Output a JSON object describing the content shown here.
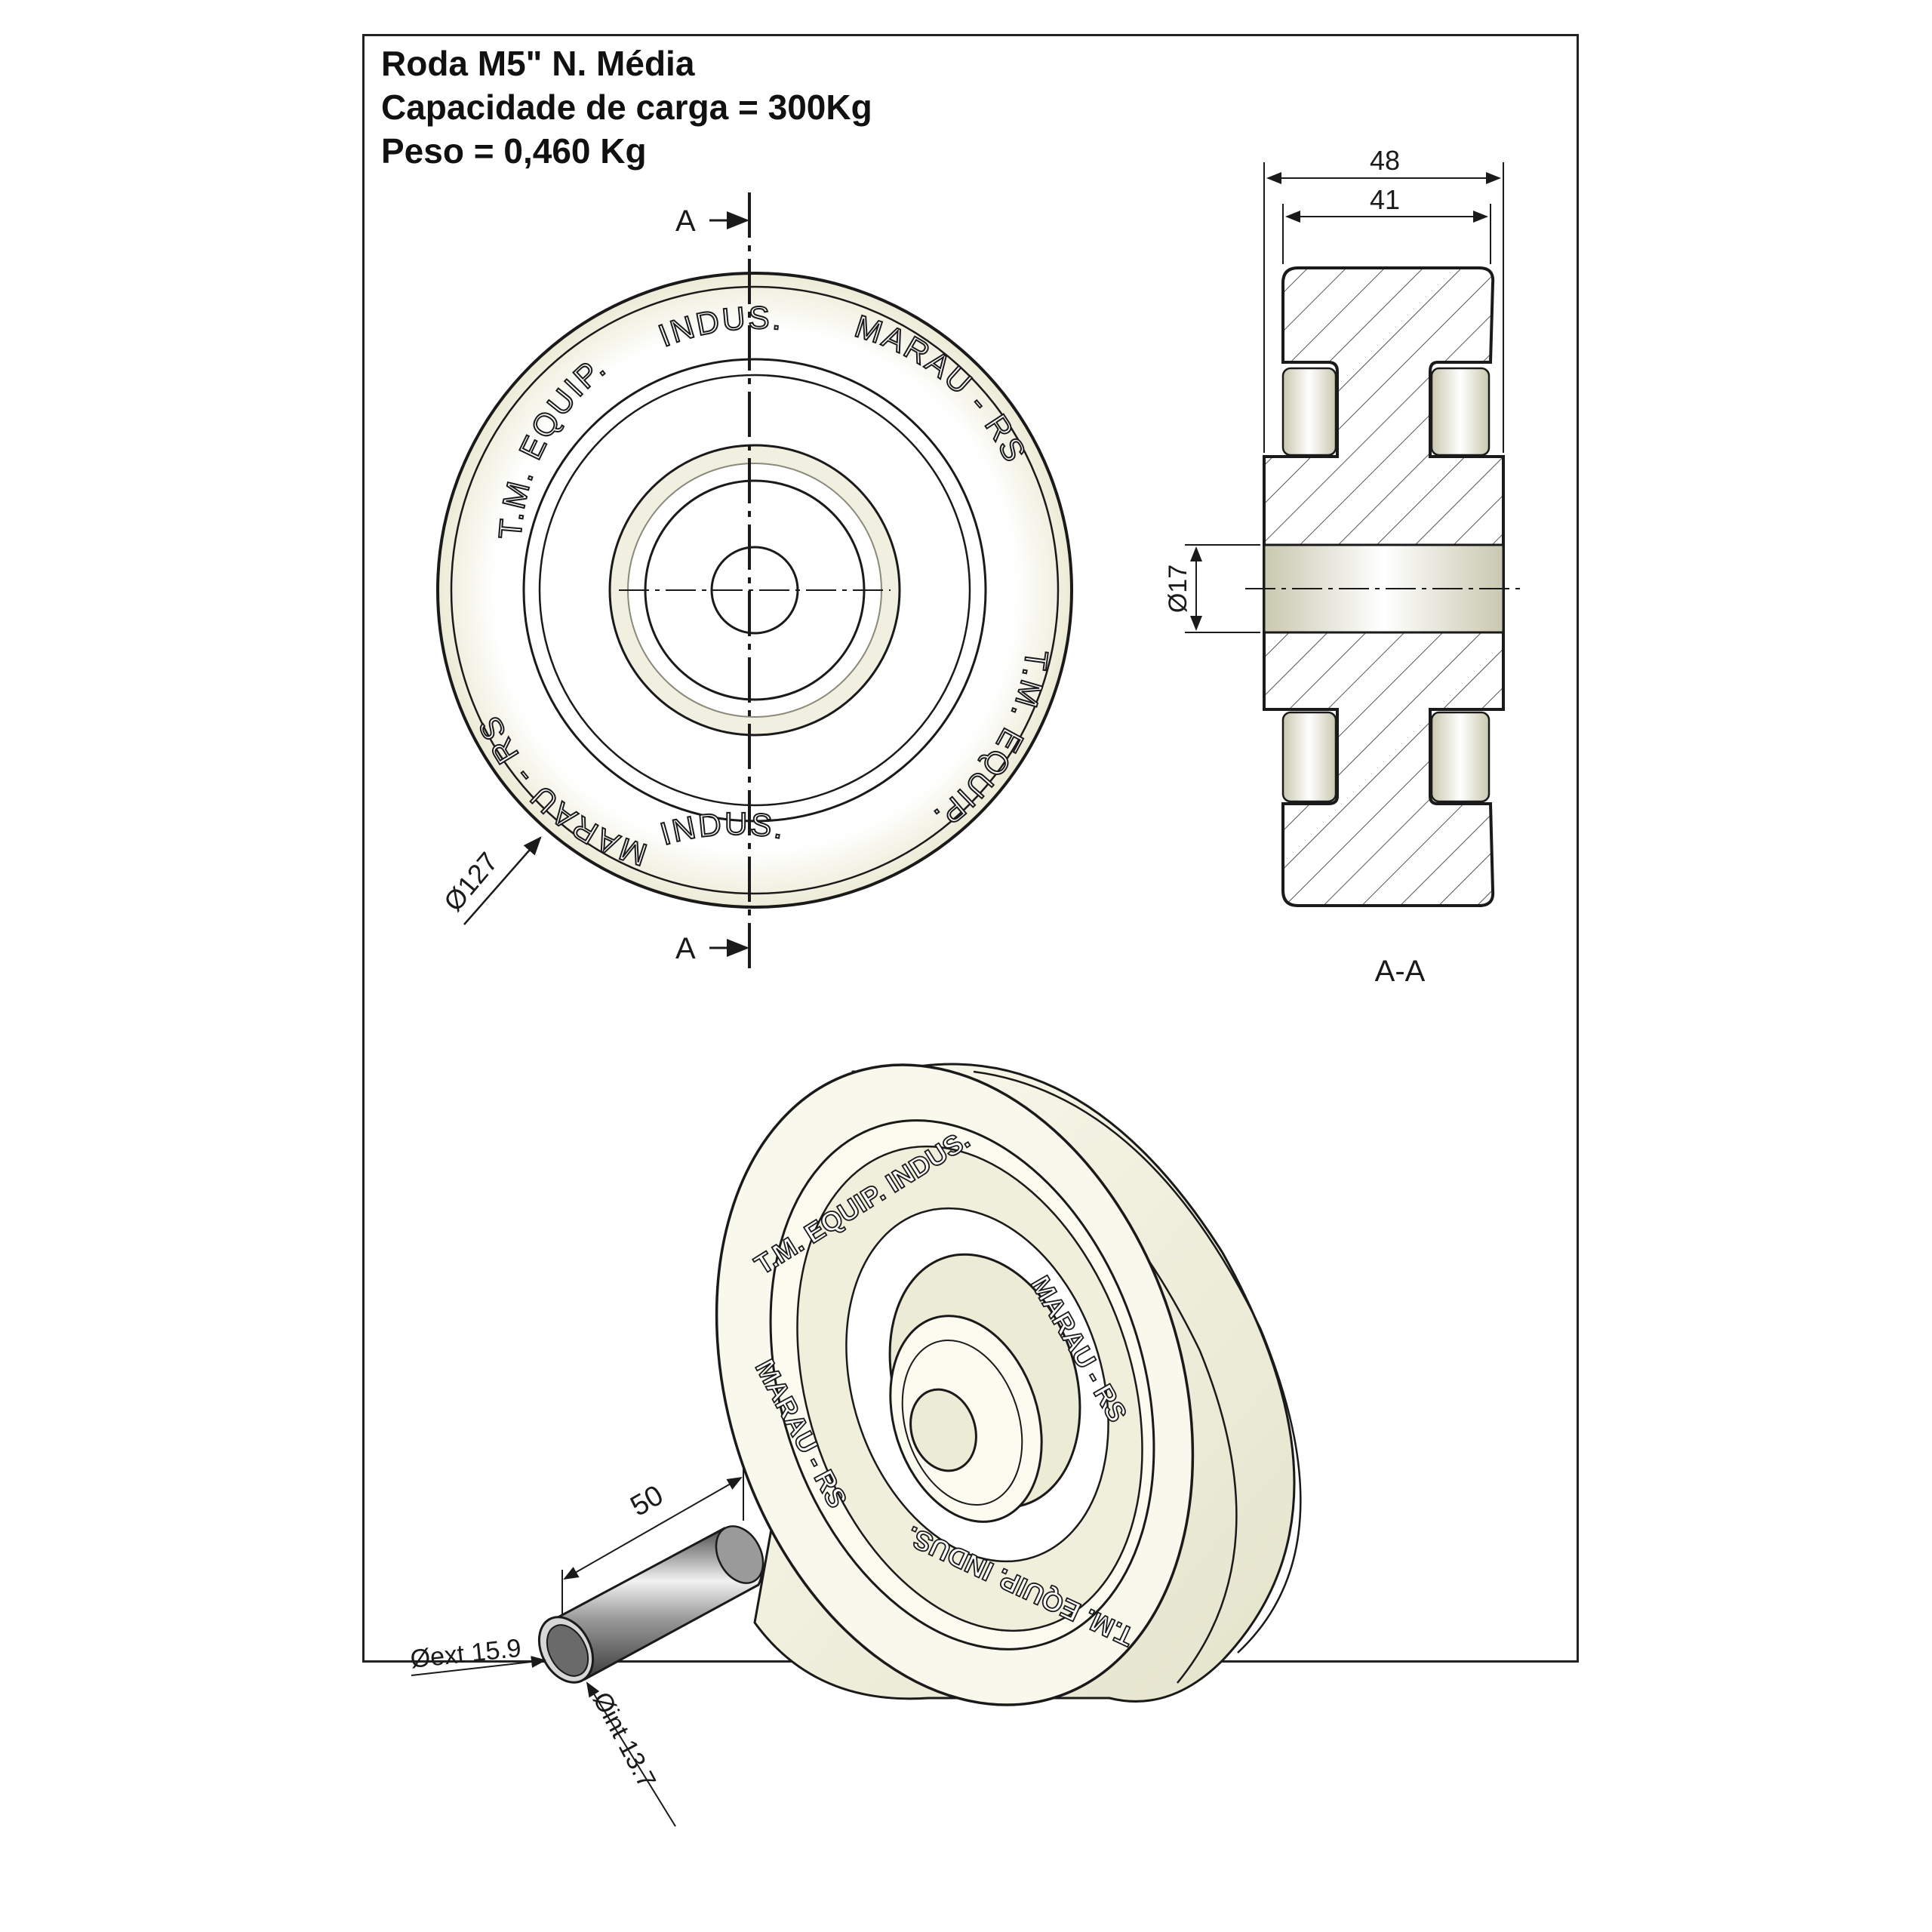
{
  "title": {
    "line1": "Roda M5\" N. Média",
    "line2": "Capacidade de carga = 300Kg",
    "line3": "Peso = 0,460 Kg"
  },
  "front_view": {
    "section_marker_top": "A",
    "section_marker_bottom": "A",
    "diameter_label": "Ø127",
    "engraving_top_left": "T.M. EQUIP.",
    "engraving_top": "INDUS.",
    "engraving_top_right": "MARAU - RS",
    "engraving_bottom_right": "T.M. EQUIP.",
    "engraving_bottom": "INDUS.",
    "engraving_bottom_left": "MARAU - RS"
  },
  "section_view": {
    "width_outer": "48",
    "width_inner": "41",
    "bore_diameter": "Ø17",
    "caption": "A-A"
  },
  "iso_view": {
    "engraving_top": "T.M. EQUIP. INDUS.",
    "engraving_right": "MARAU - RS",
    "engraving_left": "MARAU - RS",
    "engraving_bottom": "T.M. EQUIP. INDUS."
  },
  "bushing": {
    "length": "50",
    "outer_diameter": "Øext 15.9",
    "inner_diameter": "Øint 13.7"
  },
  "colors": {
    "line": "#1a1a1a",
    "wheel_fill": "#f6f6e6",
    "wheel_shade": "#d9d9c2",
    "metal_dark": "#5a5a5a",
    "metal_light": "#e8e8e8",
    "hatch": "#555555"
  }
}
